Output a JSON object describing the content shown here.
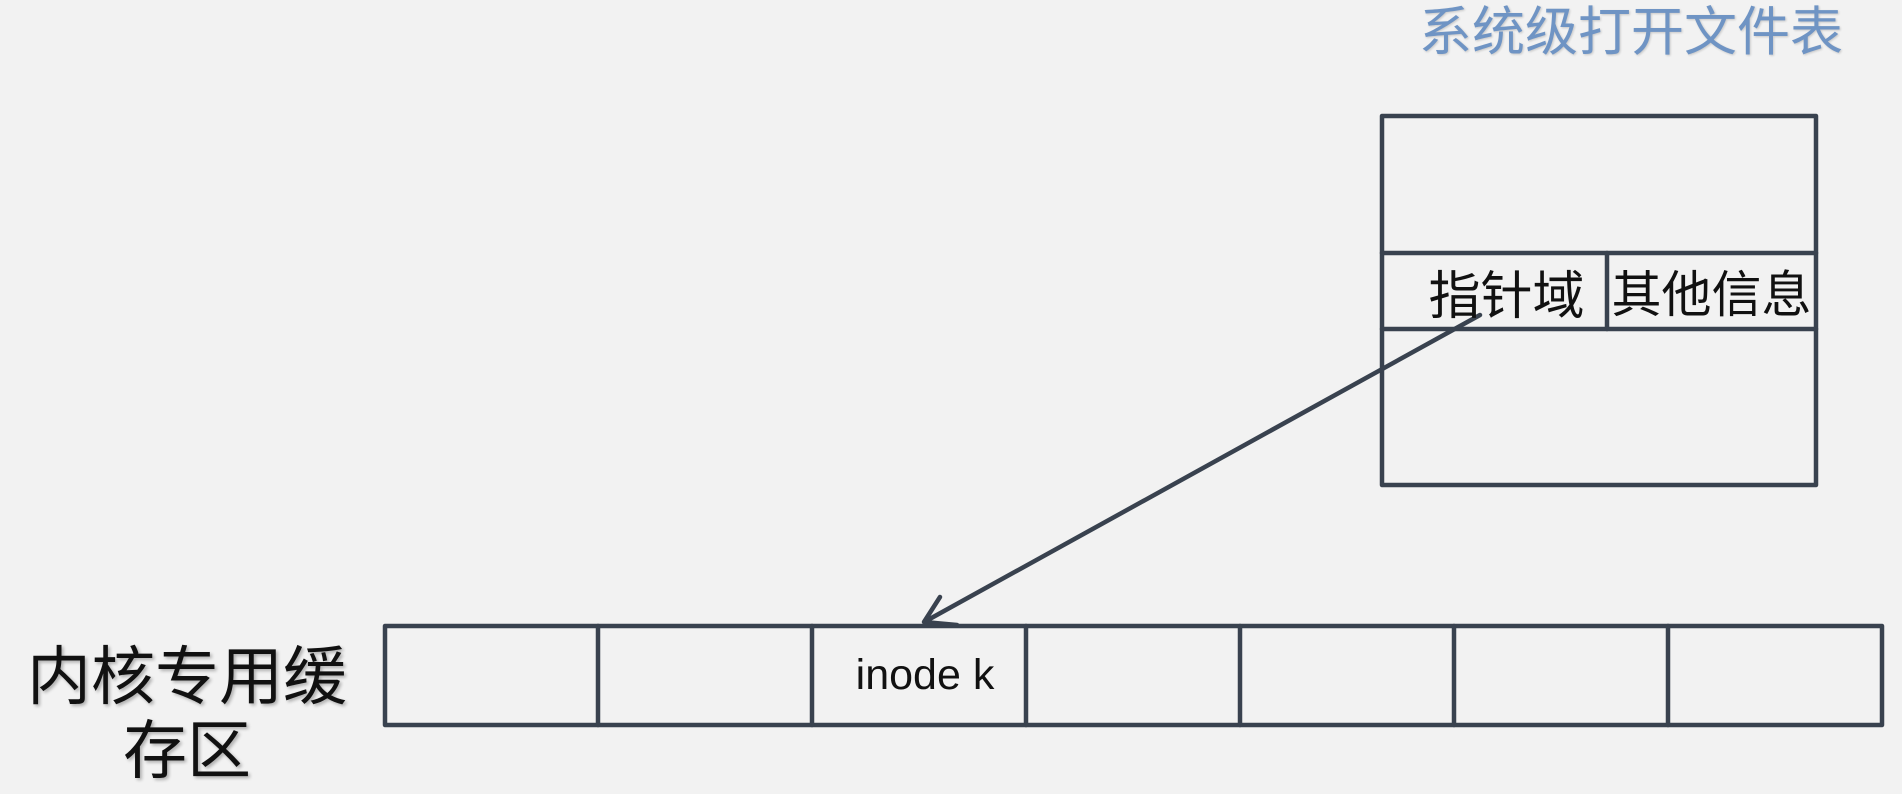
{
  "title": "系统级打开文件表",
  "open_file_table": {
    "pointer_field": "指针域",
    "other_info": "其他信息"
  },
  "kernel_buffer": {
    "label": "内核专用缓存区",
    "cells": [
      "",
      "",
      "inode k",
      "",
      "",
      "",
      ""
    ]
  },
  "colors": {
    "background": "#f2f2f2",
    "stroke": "#39424f",
    "title": "#6f94c4",
    "text": "#111111"
  }
}
